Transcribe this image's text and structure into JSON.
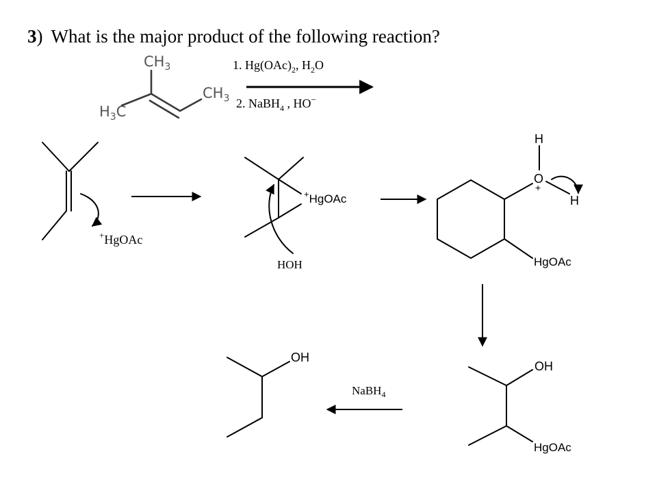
{
  "question": {
    "number": "3",
    "paren": ")",
    "text": "What is the major product of the following reaction?"
  },
  "reagents": {
    "step1_prefix": "1. Hg(OAc)",
    "step1_sub1": "2",
    "step1_mid": ", H",
    "step1_sub2": "2",
    "step1_end": "O",
    "step2_prefix": "2. NaBH",
    "step2_sub": "4",
    "step2_end": " , HO",
    "step2_sup": "−"
  },
  "reactant_labels": {
    "ch3_top": "CH",
    "ch3_top_sub": "3",
    "ch3_right": "CH",
    "ch3_right_sub": "3",
    "h3c_left_h": "H",
    "h3c_left_sub": "3",
    "h3c_left_c": "C"
  },
  "mechanism": {
    "electrophile_plus": "+",
    "electrophile": "HgOAc",
    "mercurinium_plus": "+",
    "mercurinium_label": "HgOAc",
    "water": "HOH",
    "oxonium_h_top": "H",
    "oxonium_o": "O",
    "oxonium_plus": "+",
    "oxonium_h_right": "H",
    "oxonium_hg": "HgOAc",
    "alcohol_hg_oh": "OH",
    "alcohol_hg_hg": "HgOAc",
    "nabh4_prefix": "NaBH",
    "nabh4_sub": "4",
    "product_oh": "OH"
  },
  "colors": {
    "ink": "#000000",
    "grey_ink": "#555555"
  }
}
